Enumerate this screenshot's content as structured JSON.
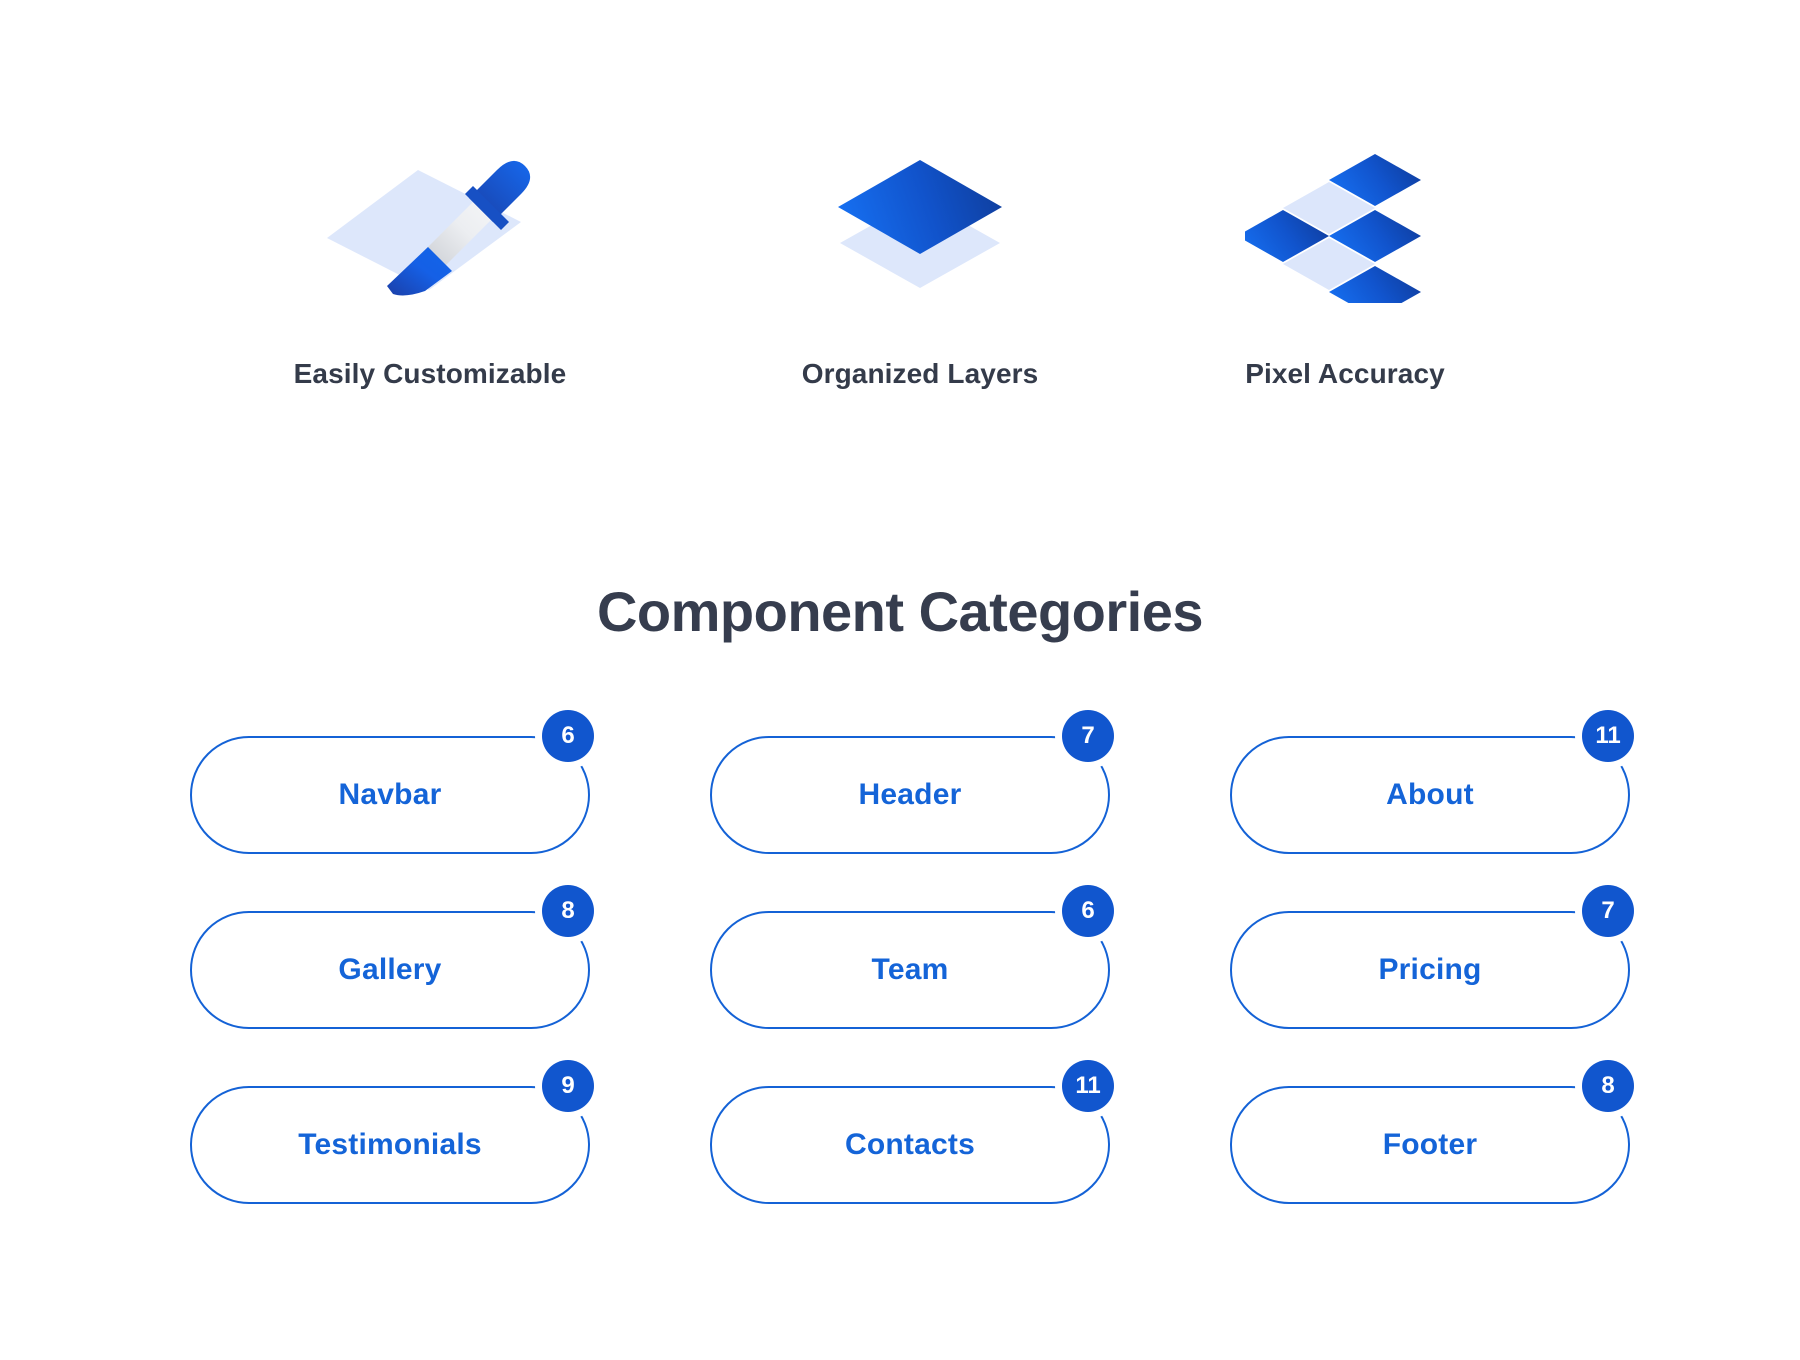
{
  "features": [
    {
      "icon": "eyedropper-icon",
      "label": "Easily Customizable"
    },
    {
      "icon": "layers-icon",
      "label": "Organized Layers"
    },
    {
      "icon": "pixel-grid-icon",
      "label": "Pixel Accuracy"
    }
  ],
  "section": {
    "title": "Component Categories"
  },
  "categories": [
    {
      "label": "Navbar",
      "count": "6"
    },
    {
      "label": "Header",
      "count": "7"
    },
    {
      "label": "About",
      "count": "11"
    },
    {
      "label": "Gallery",
      "count": "8"
    },
    {
      "label": "Team",
      "count": "6"
    },
    {
      "label": "Pricing",
      "count": "7"
    },
    {
      "label": "Testimonials",
      "count": "9"
    },
    {
      "label": "Contacts",
      "count": "11"
    },
    {
      "label": "Footer",
      "count": "8"
    }
  ],
  "colors": {
    "brand_blue": "#1462d6",
    "badge_blue": "#1156ce",
    "light_blue": "#dbe6fb",
    "heading_dark": "#363d4e",
    "label_dark": "#343b4a",
    "background": "#ffffff"
  }
}
